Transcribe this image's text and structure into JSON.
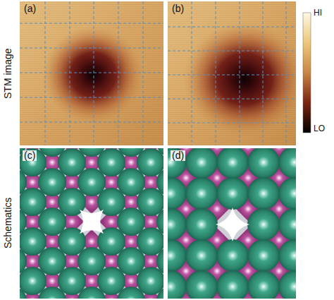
{
  "diagram": {
    "labels": [
      "(a)",
      "(b)",
      "STM image",
      "HI",
      "LO",
      "(c)",
      "(d)",
      "Schematics"
    ]
  }
}
